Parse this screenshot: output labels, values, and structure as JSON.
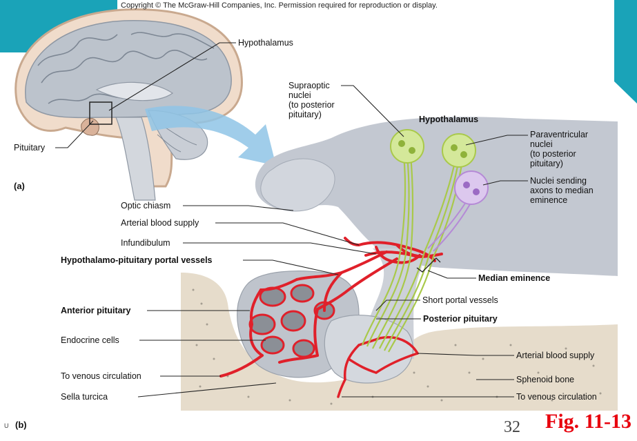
{
  "copyright": "Copyright © The McGraw-Hill Companies, Inc. Permission required for reproduction or display.",
  "panel_a": "(a)",
  "panel_b": "(b)",
  "labels": {
    "hypothalamus_a": "Hypothalamus",
    "pituitary_a": "Pituitary",
    "supraoptic": [
      "Supraoptic",
      "nuclei",
      "(to posterior",
      "pituitary)"
    ],
    "hypothalamus_b": "Hypothalamus",
    "paraventricular": [
      "Paraventricular",
      "nuclei",
      "(to posterior",
      "pituitary)"
    ],
    "nuclei_median": [
      "Nuclei sending",
      "axons to median",
      "eminence"
    ],
    "optic_chiasm": "Optic chiasm",
    "arterial_supply_top": "Arterial blood supply",
    "infundibulum": "Infundibulum",
    "portal_vessels": "Hypothalamo-pituitary portal vessels",
    "median_eminence": "Median eminence",
    "short_portal": "Short portal vessels",
    "anterior_pituitary": "Anterior pituitary",
    "posterior_pituitary": "Posterior pituitary",
    "endocrine_cells": "Endocrine cells",
    "arterial_supply_bottom": "Arterial blood supply",
    "venous_left": "To venous circulation",
    "sphenoid": "Sphenoid bone",
    "sella": "Sella turcica",
    "venous_right": "To venous circulation"
  },
  "page_number": "32",
  "figure_label": "Fig. 11-13",
  "corner_mark": "U",
  "colors": {
    "teal_accent": "#1aa3b8",
    "vessel_red": "#e0202a",
    "nerve_green": "#a9c94a",
    "nucleus_purple": "#b58ad6",
    "bone_beige": "#e6dccb",
    "tissue_gray": "#c3c8d1",
    "figure_red": "#e8000d"
  }
}
